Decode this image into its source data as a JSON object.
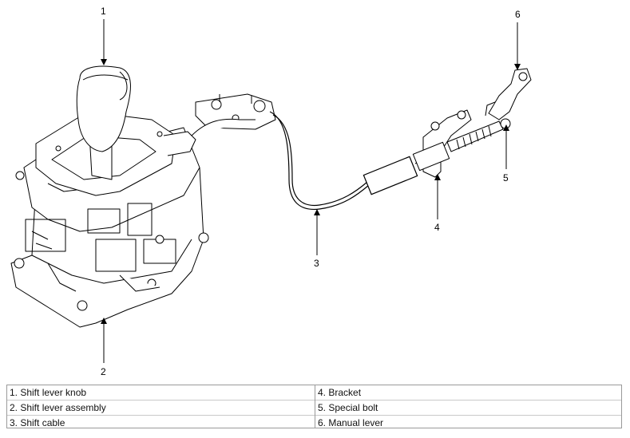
{
  "callouts": [
    "1",
    "2",
    "3",
    "4",
    "5",
    "6"
  ],
  "legend": {
    "left": [
      "1. Shift lever knob",
      "2. Shift lever assembly",
      "3. Shift cable"
    ],
    "right": [
      "4. Bracket",
      "5. Special bolt",
      "6. Manual lever"
    ]
  }
}
